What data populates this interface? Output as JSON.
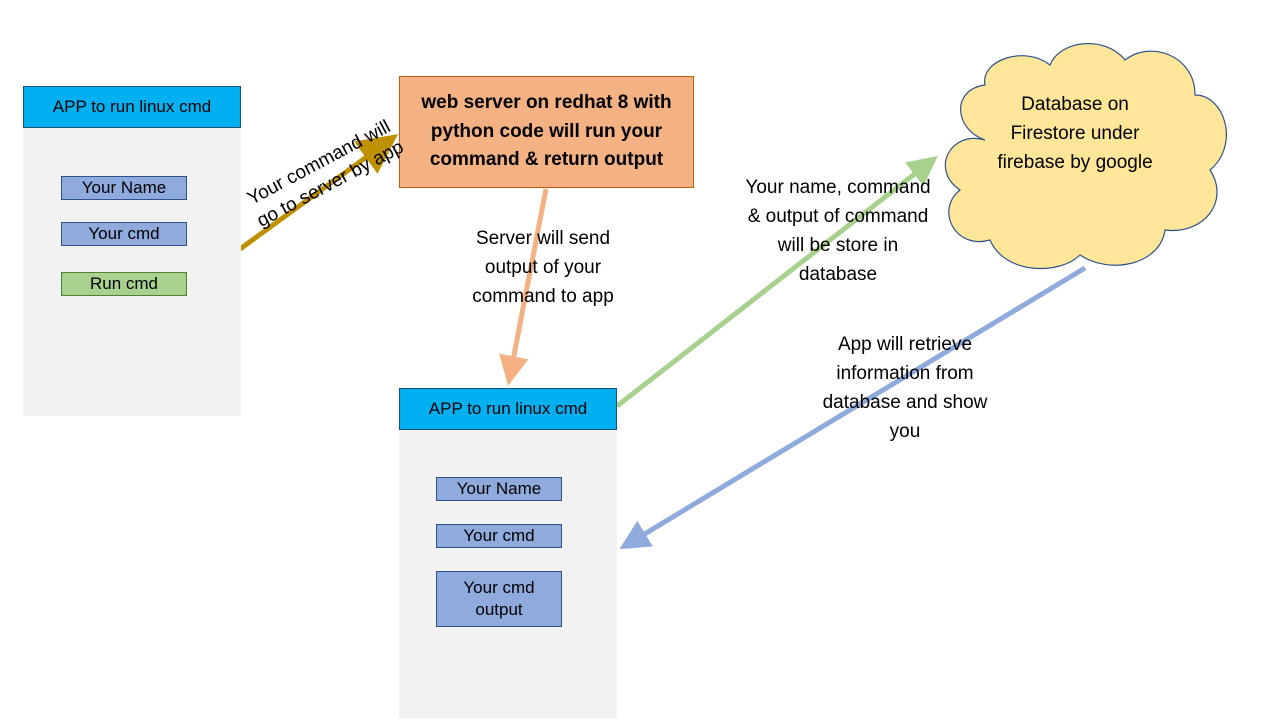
{
  "app_top": {
    "title": "APP to run linux cmd",
    "fields": [
      "Your Name",
      "Your cmd"
    ],
    "run_button": "Run cmd"
  },
  "server": {
    "label": "web server on redhat 8 with python code will run your command & return output"
  },
  "database": {
    "label": "Database on Firestore under firebase by google"
  },
  "app_bottom": {
    "title": "APP to run linux cmd",
    "fields": [
      "Your Name",
      "Your cmd",
      "Your cmd output"
    ]
  },
  "edges": {
    "app_to_server": "Your command will go to server by app",
    "server_to_app": "Server will send output of your command to app",
    "app_to_database": "Your name, command & output of command will be store in database",
    "database_to_app": "App will retrieve information from database and show you"
  },
  "colors": {
    "app_header": "#00b0f0",
    "field": "#8faadc",
    "run_button": "#a9d18e",
    "server": "#f4b183",
    "cloud": "#ffe699",
    "arrow_command": "#bf9000",
    "arrow_output": "#f4b183",
    "arrow_store": "#a9d18e",
    "arrow_retrieve": "#8faadc"
  }
}
